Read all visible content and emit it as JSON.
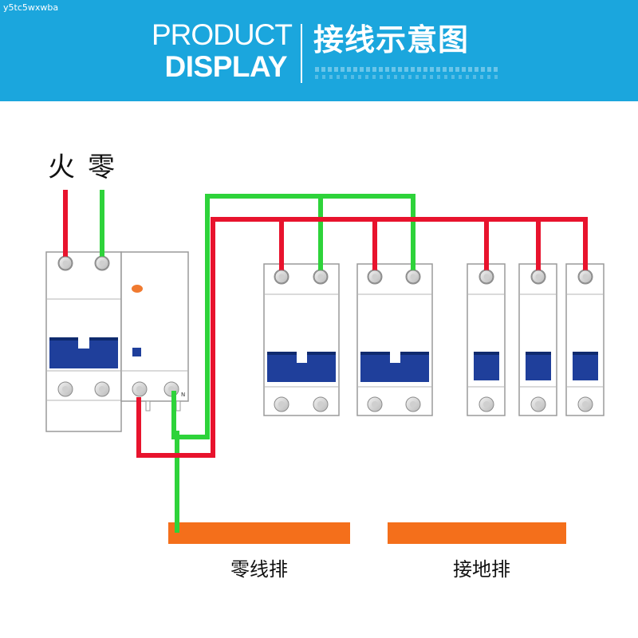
{
  "watermark": "y5tc5wxwba",
  "header": {
    "product": "PRODUCT",
    "display": "DISPLAY",
    "title": "接线示意图"
  },
  "diagram": {
    "live_label": "火",
    "neutral_label": "零",
    "rcd_n_mark": "N",
    "neutral_bar_label": "零线排",
    "ground_bar_label": "接地排"
  },
  "colors": {
    "header_bg": "#1ba6dd",
    "live_wire": "#e8132d",
    "neutral_wire": "#2ed33a",
    "breaker_handle": "#1f3f9b",
    "busbar": "#f46f1b",
    "test_button": "#f07a30"
  }
}
